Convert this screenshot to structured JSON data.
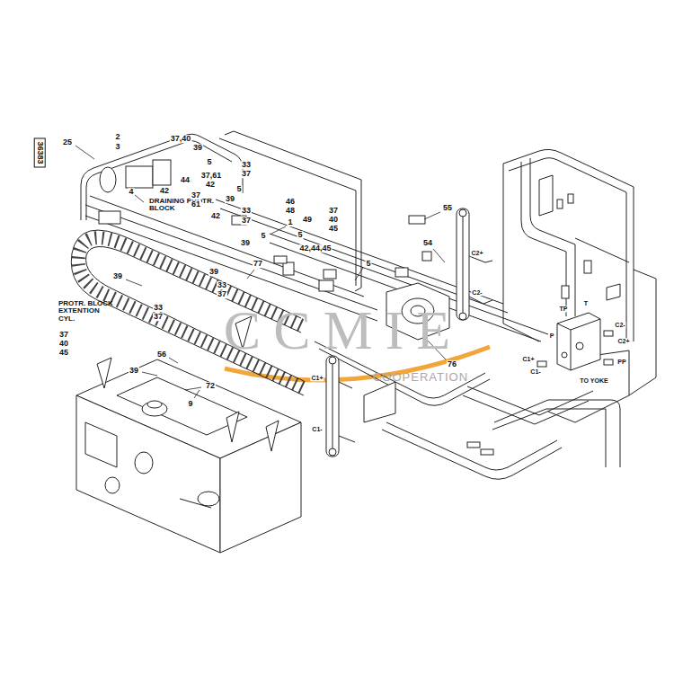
{
  "diagram": {
    "labels": [
      "36383",
      "25",
      "2",
      "3",
      "37,40",
      "39",
      "5",
      "4",
      "44",
      "42",
      "DRAINING PROTR. BLOCK",
      "37,61",
      "33",
      "37",
      "42",
      "5",
      "39",
      "37",
      "61",
      "42",
      "33",
      "37",
      "46",
      "48",
      "37",
      "40",
      "45",
      "49",
      "1",
      "39",
      "5",
      "5",
      "55",
      "42,44,45",
      "54",
      "C2+",
      "77",
      "39",
      "5",
      "39",
      "33",
      "37",
      "C2-",
      "PROTR. BLOCK EXTENTION CYL.",
      "33",
      "37",
      "37",
      "40",
      "45",
      "56",
      "39",
      "72",
      "9",
      "C1+",
      "C1-",
      "76",
      "P",
      "TP",
      "T",
      "C2-",
      "C2+",
      "C1+",
      "C1-",
      "PP",
      "TO YOKE",
      "CCMIE",
      "COOPERATION"
    ]
  }
}
